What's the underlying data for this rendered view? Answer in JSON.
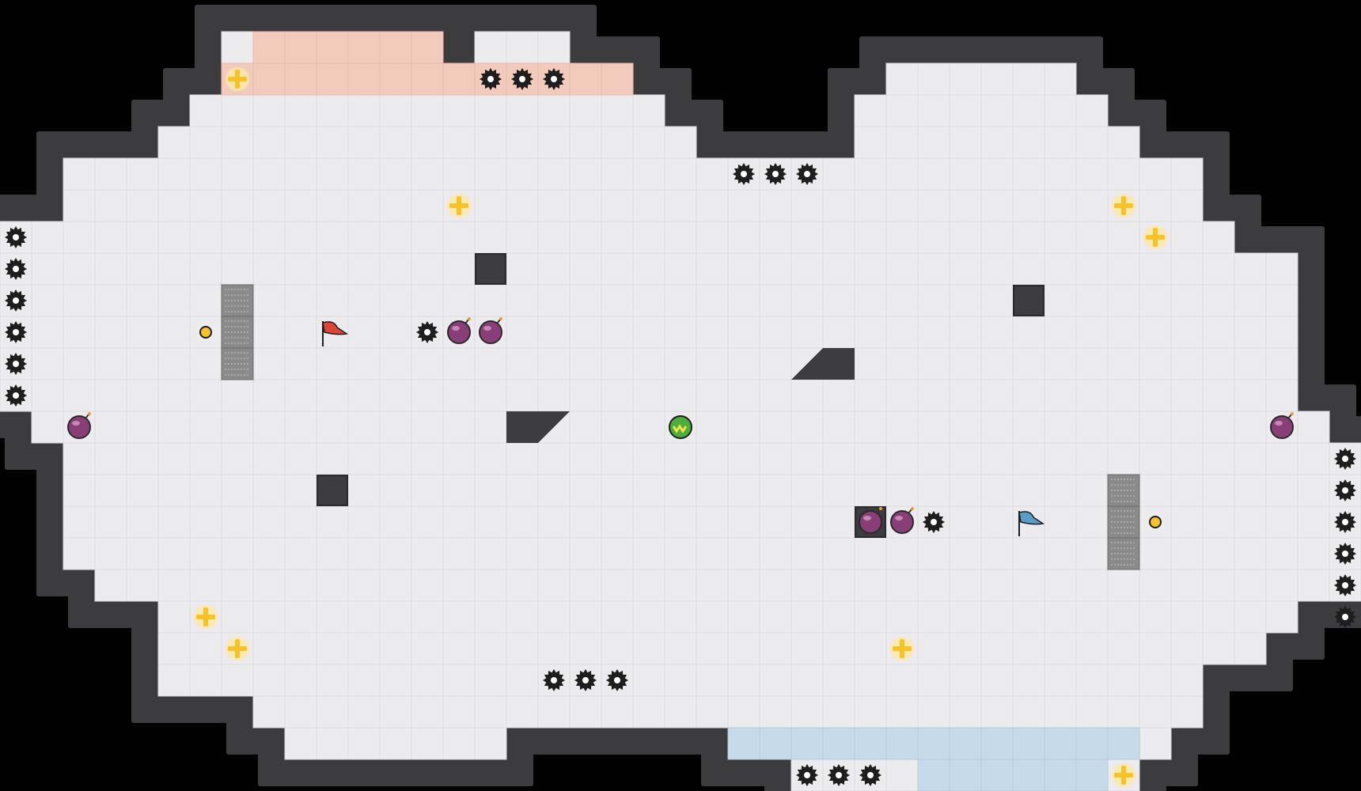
{
  "game": {
    "title": "",
    "grid": {
      "cols": 43,
      "rows": 25
    },
    "colors": {
      "background": "#000000",
      "wall": "#3c3c3e",
      "floor": "#ececee",
      "grid_line": "#dadadc",
      "red_team_zone": "#f2cbbd",
      "blue_team_zone": "#c6dae9",
      "gate": "#8a8a8a",
      "spike": "#1e1e1e",
      "boost": "#f5c326",
      "bomb": "#8a3e78",
      "powerup": "#4cae3a"
    },
    "red_flag": {
      "col": 10,
      "row": 9
    },
    "blue_flag": {
      "col": 32,
      "row": 15
    },
    "ball": {
      "col": 21,
      "row": 12
    },
    "spikes": [
      [
        15,
        1
      ],
      [
        16,
        1
      ],
      [
        17,
        1
      ],
      [
        23,
        4
      ],
      [
        24,
        4
      ],
      [
        25,
        4
      ],
      [
        0,
        6
      ],
      [
        0,
        7
      ],
      [
        0,
        8
      ],
      [
        0,
        9
      ],
      [
        0,
        10
      ],
      [
        0,
        11
      ],
      [
        13,
        9
      ],
      [
        29,
        15
      ],
      [
        42,
        13
      ],
      [
        42,
        14
      ],
      [
        42,
        15
      ],
      [
        42,
        16
      ],
      [
        42,
        17
      ],
      [
        42,
        18
      ],
      [
        17,
        20
      ],
      [
        18,
        20
      ],
      [
        19,
        20
      ],
      [
        25,
        23
      ],
      [
        26,
        23
      ],
      [
        27,
        23
      ]
    ],
    "boosts": [
      [
        7,
        1
      ],
      [
        14,
        5
      ],
      [
        35,
        5
      ],
      [
        36,
        6
      ],
      [
        6,
        18
      ],
      [
        7,
        19
      ],
      [
        28,
        19
      ],
      [
        35,
        23
      ]
    ],
    "bombs": [
      [
        14,
        9
      ],
      [
        15,
        9
      ],
      [
        2,
        12
      ],
      [
        40,
        12
      ],
      [
        27,
        15
      ],
      [
        28,
        15
      ]
    ],
    "gates": [
      [
        7,
        8
      ],
      [
        7,
        9
      ],
      [
        7,
        10
      ],
      [
        35,
        14
      ],
      [
        35,
        15
      ],
      [
        35,
        16
      ]
    ],
    "small_pickups": [
      [
        6,
        9
      ],
      [
        36,
        15
      ]
    ]
  }
}
